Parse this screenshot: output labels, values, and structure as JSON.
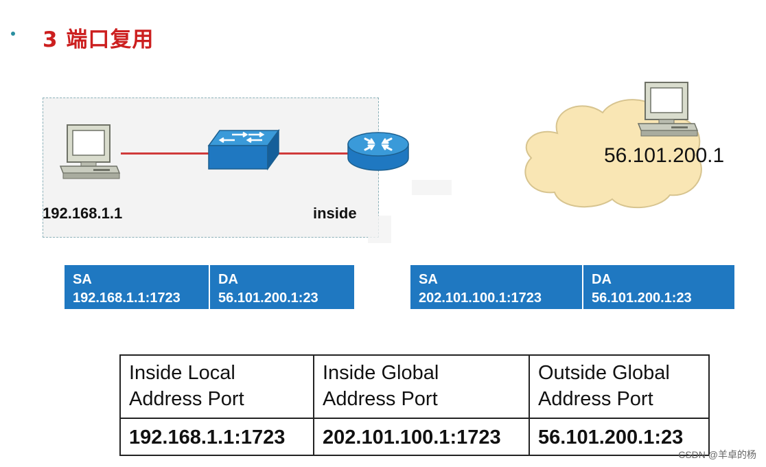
{
  "slide": {
    "title": "3 端口复用"
  },
  "topology": {
    "pc_ip": "192.168.1.1",
    "router_label": "inside",
    "remote_ip": "56.101.200.1"
  },
  "packets": {
    "inside": {
      "sa_header": "SA",
      "sa_value": "192.168.1.1:1723",
      "da_header": "DA",
      "da_value": "56.101.200.1:23"
    },
    "outside": {
      "sa_header": "SA",
      "sa_value": "202.101.100.1:1723",
      "da_header": "DA",
      "da_value": "56.101.200.1:23"
    }
  },
  "nat_table": {
    "headers": [
      [
        "Inside Local",
        "Address Port"
      ],
      [
        "Inside Global",
        "Address Port"
      ],
      [
        "Outside Global",
        "Address Port"
      ]
    ],
    "row": [
      "192.168.1.1:1723",
      "202.101.100.1:1723",
      "56.101.200.1:23"
    ]
  },
  "watermark": "CSDN @羊卓的杨",
  "colors": {
    "title": "#cc1f1f",
    "packet_bg": "#1f78c1",
    "link": "#d03a3a",
    "cloud": "#f9e6b4"
  },
  "icons": [
    "computer-icon",
    "switch-icon",
    "router-icon",
    "cloud-icon"
  ]
}
